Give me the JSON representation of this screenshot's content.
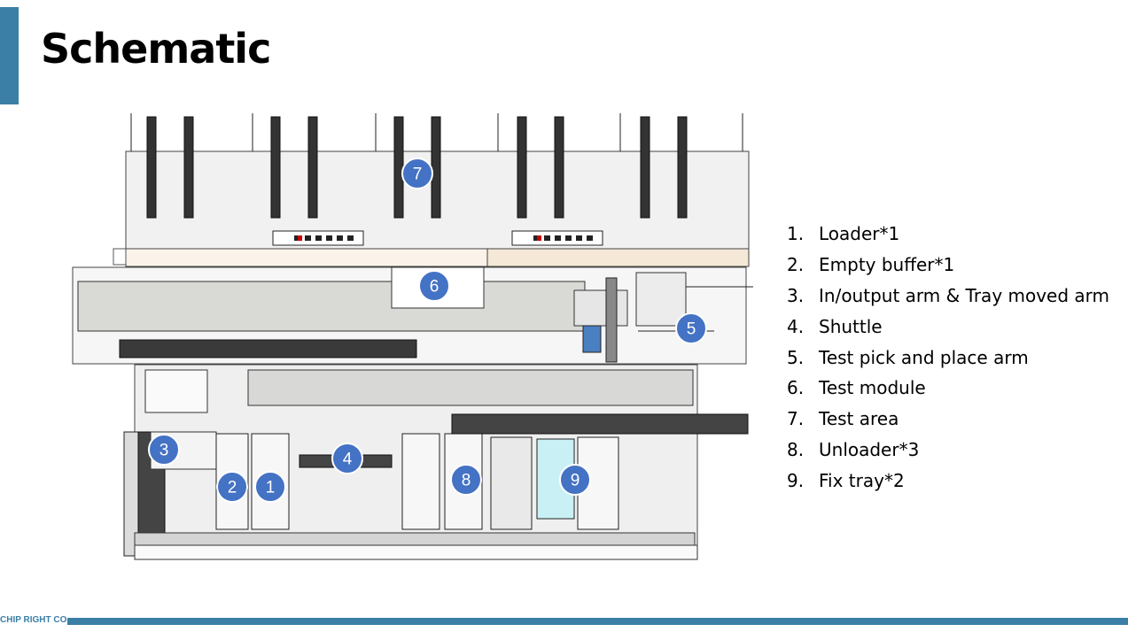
{
  "slide": {
    "title": "Schematic",
    "footer": "CHIP RIGHT CO.",
    "accent_color": "#3b7fa6",
    "callout_color": "#4472c4"
  },
  "callouts": [
    "7",
    "6",
    "5",
    "3",
    "4",
    "2",
    "1",
    "8",
    "9"
  ],
  "legend": [
    {
      "num": "1.",
      "text": "Loader*1"
    },
    {
      "num": "2.",
      "text": "Empty buffer*1"
    },
    {
      "num": "3.",
      "text": "In/output arm & Tray moved arm"
    },
    {
      "num": "4.",
      "text": "Shuttle"
    },
    {
      "num": "5.",
      "text": "Test pick and place arm"
    },
    {
      "num": "6.",
      "text": "Test module"
    },
    {
      "num": "7.",
      "text": "Test area"
    },
    {
      "num": "8.",
      "text": "Unloader*3"
    },
    {
      "num": "9.",
      "text": "Fix tray*2"
    }
  ]
}
